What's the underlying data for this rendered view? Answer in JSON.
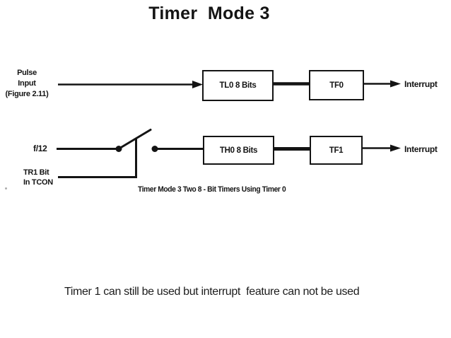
{
  "title": "Timer  Mode 3",
  "diagram": {
    "row1": {
      "input_label": "Pulse\nInput\n(Figure 2.11)",
      "counter_box": "TL0 8 Bits",
      "flag_box": "TF0",
      "output_label": "Interrupt"
    },
    "row2": {
      "input_label": "f/12",
      "switch_control_label": "TR1 Bit\nIn TCON",
      "counter_box": "TH0 8 Bits",
      "flag_box": "TF1",
      "output_label": "Interrupt"
    },
    "caption": "Timer Mode 3 Two 8 - Bit Timers Using Timer 0"
  },
  "note": "Timer 1 can still be used but interrupt  feature can not be used",
  "colors": {
    "ink": "#141414",
    "background": "#ffffff"
  }
}
